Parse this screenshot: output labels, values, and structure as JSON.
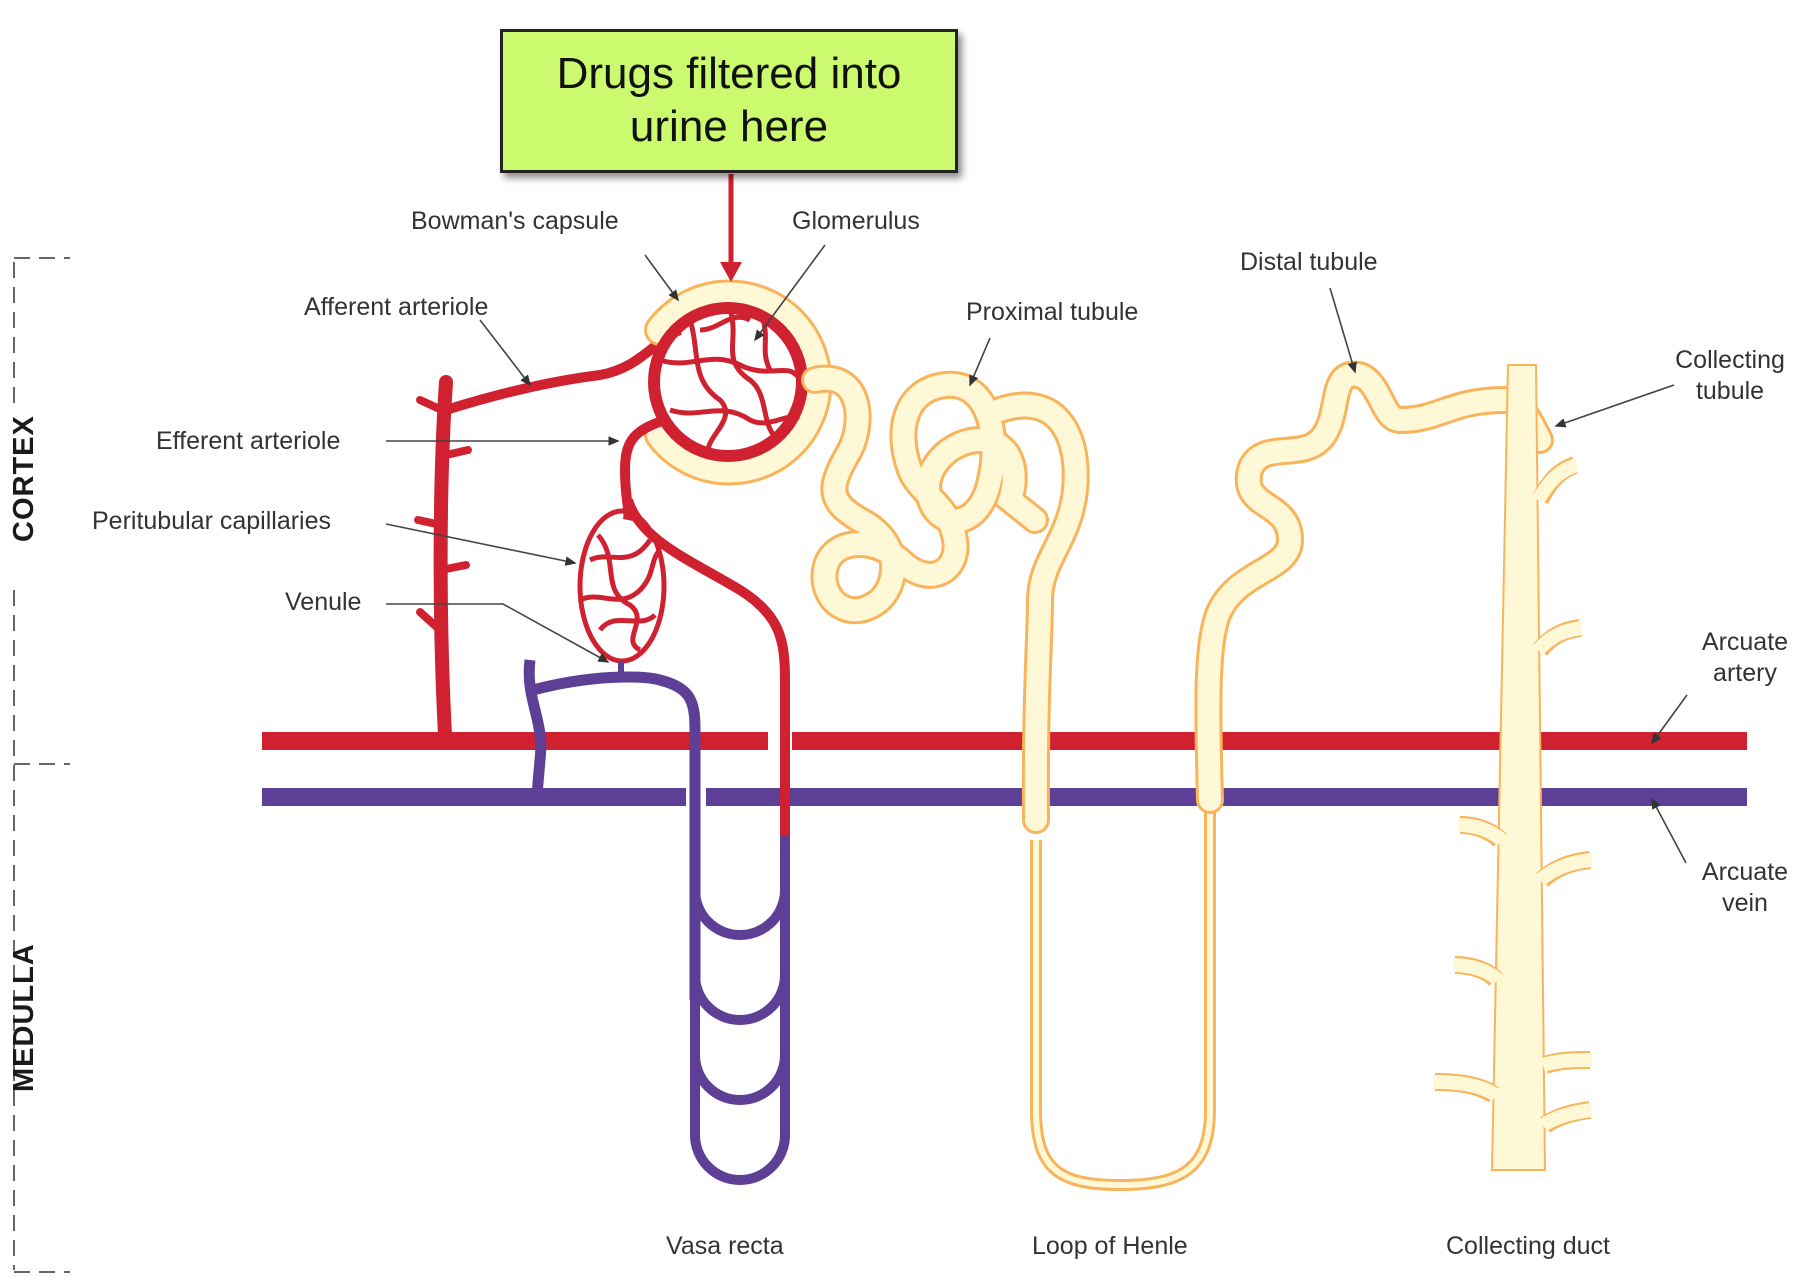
{
  "callout": {
    "line1": "Drugs filtered into",
    "line2": "urine here"
  },
  "zones": {
    "cortex": "CORTEX",
    "medulla": "MEDULLA"
  },
  "labels": {
    "bowmans_capsule": "Bowman's capsule",
    "glomerulus": "Glomerulus",
    "afferent_arteriole": "Afferent arteriole",
    "efferent_arteriole": "Efferent arteriole",
    "peritubular_capillaries": "Peritubular capillaries",
    "venule": "Venule",
    "proximal_tubule": "Proximal tubule",
    "distal_tubule": "Distal tubule",
    "collecting_tubule_1": "Collecting",
    "collecting_tubule_2": "tubule",
    "arcuate_artery_1": "Arcuate",
    "arcuate_artery_2": "artery",
    "arcuate_vein_1": "Arcuate",
    "arcuate_vein_2": "vein",
    "vasa_recta": "Vasa recta",
    "loop_of_henle": "Loop of Henle",
    "collecting_duct": "Collecting duct"
  },
  "colors": {
    "artery": "#cf2130",
    "vein": "#5e3f96",
    "tubule_fill": "#fff8d6",
    "tubule_edge": "#f9b35a",
    "callout_bg": "#ccfa6e",
    "label_text": "#333333",
    "leader": "#444444"
  }
}
